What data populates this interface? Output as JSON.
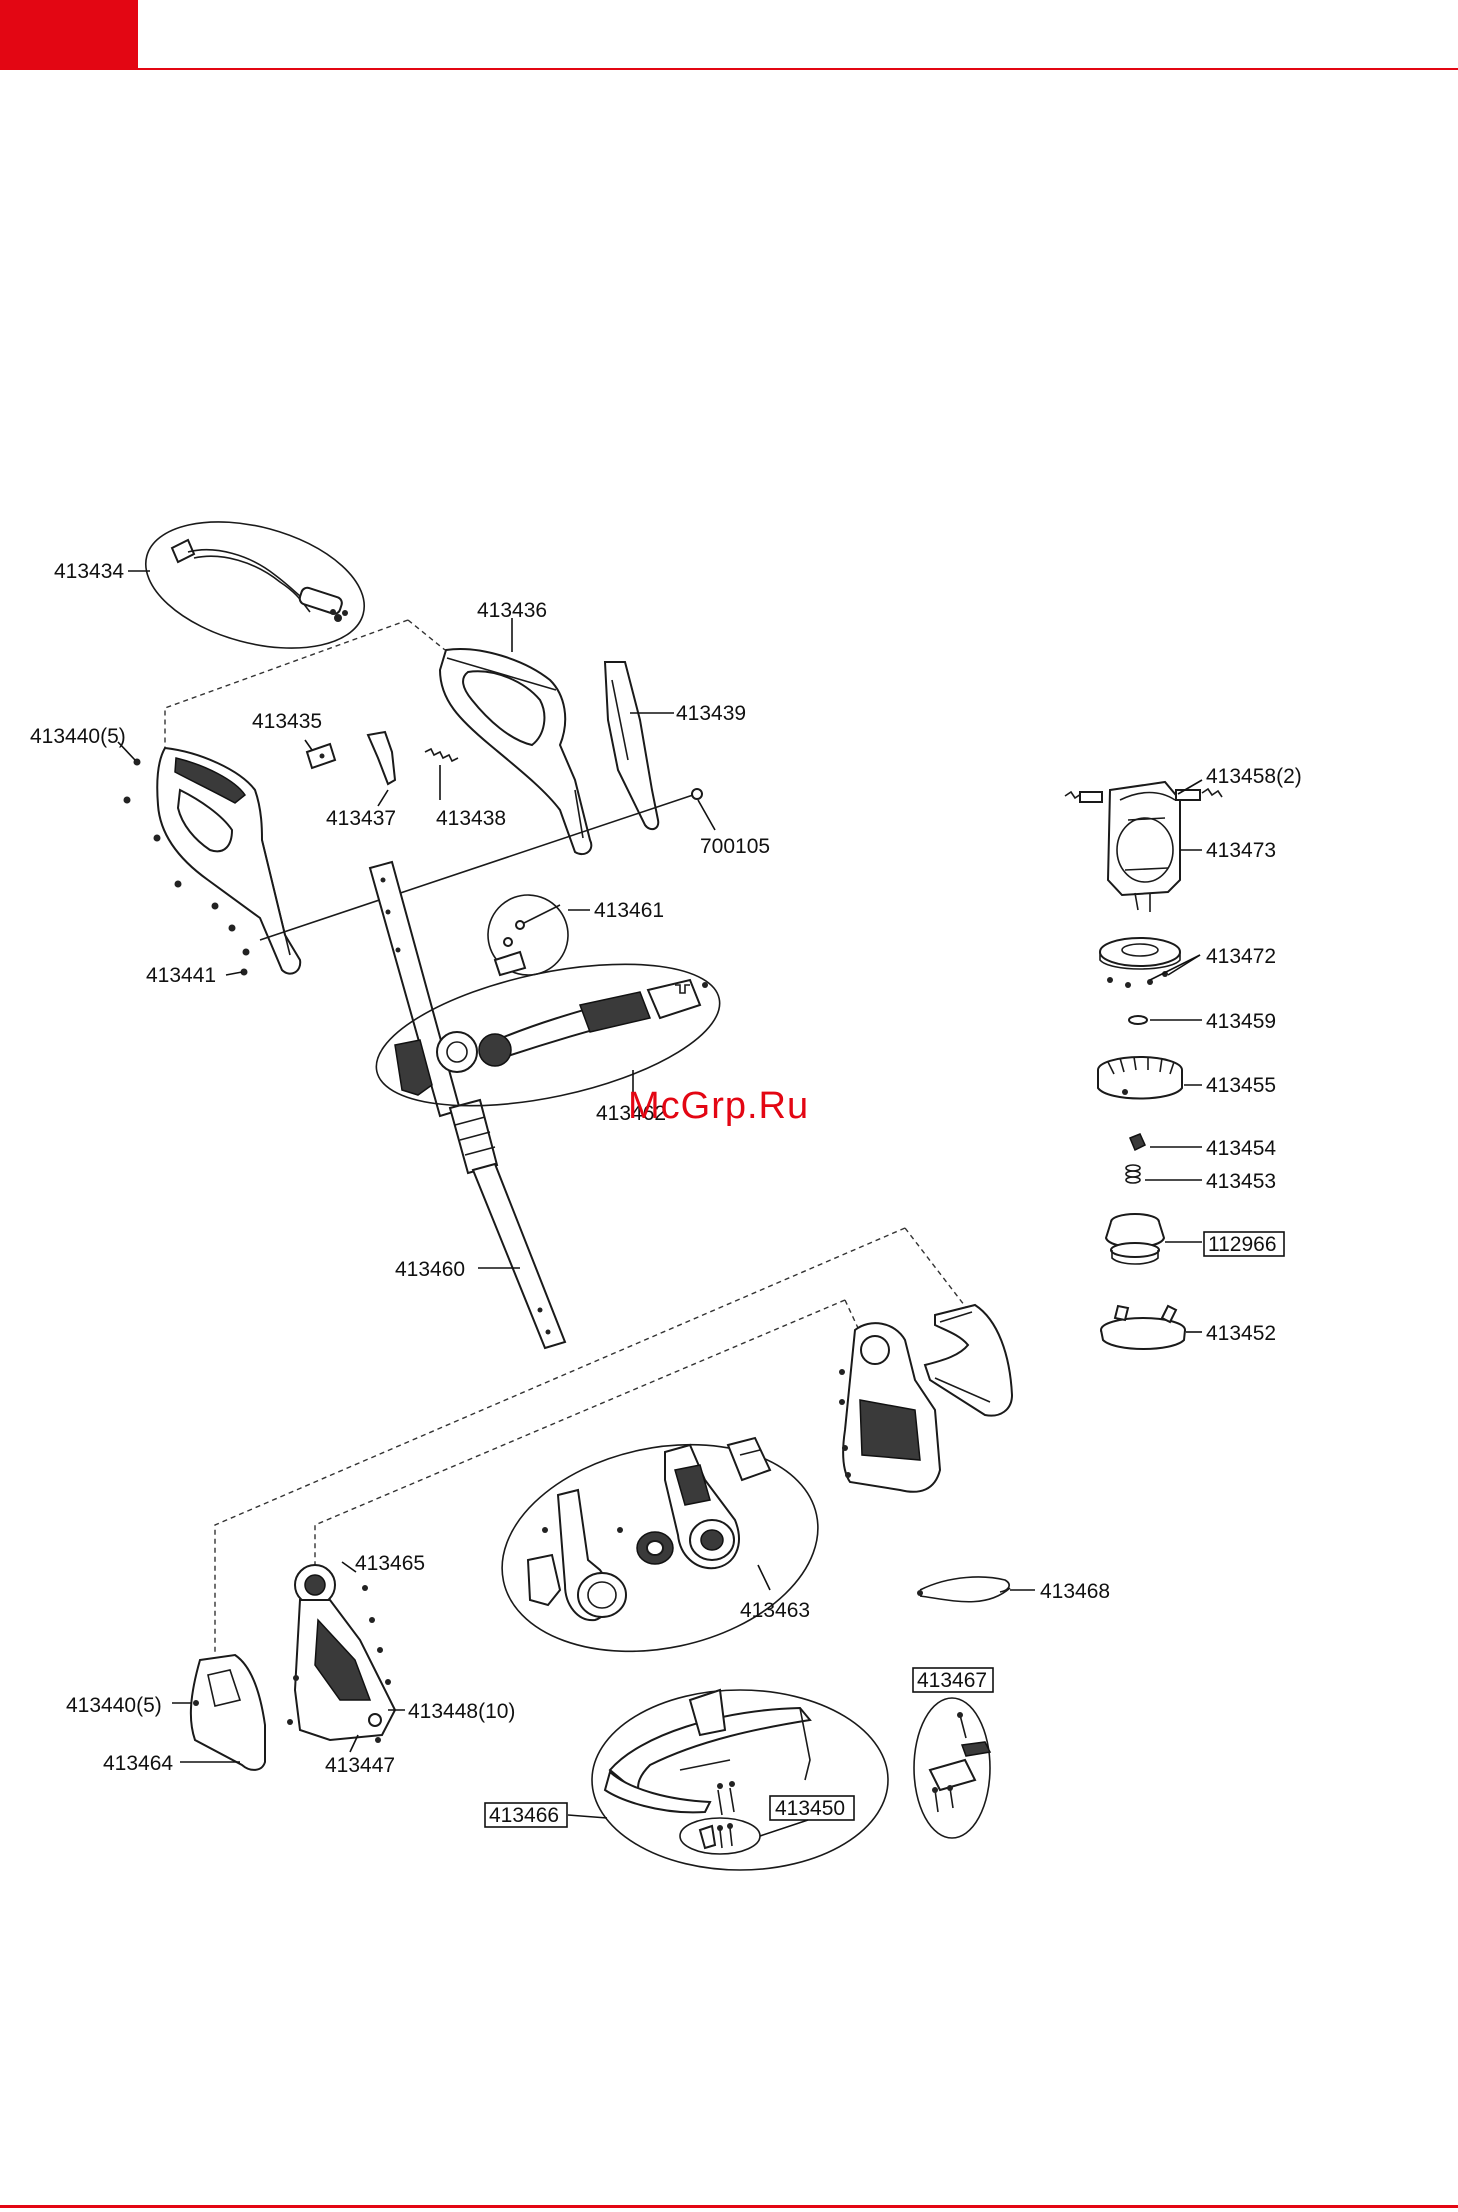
{
  "colors": {
    "accent": "#e30613",
    "ink": "#111111",
    "watermark": "#e30613"
  },
  "watermark": "McGrp.Ru",
  "labels": {
    "p413434": "413434",
    "p413436": "413436",
    "p413439": "413439",
    "p413435": "413435",
    "p413440a": "413440(5)",
    "p413437": "413437",
    "p413438": "413438",
    "p700105": "700105",
    "p413461": "413461",
    "p413441": "413441",
    "p413462": "413462",
    "p413460": "413460",
    "p413458": "413458(2)",
    "p413473": "413473",
    "p413472": "413472",
    "p413459": "413459",
    "p413455": "413455",
    "p413454": "413454",
    "p413453": "413453",
    "p112966": "112966",
    "p413452": "413452",
    "p413465": "413465",
    "p413463": "413463",
    "p413468": "413468",
    "p413467": "413467",
    "p413440b": "413440(5)",
    "p413448": "413448(10)",
    "p413464": "413464",
    "p413447": "413447",
    "p413466": "413466",
    "p413450": "413450"
  }
}
